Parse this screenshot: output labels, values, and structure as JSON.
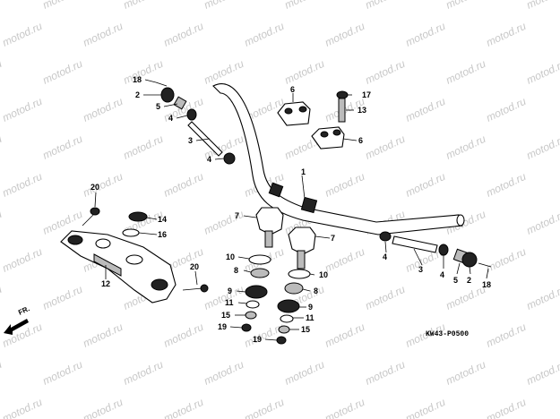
{
  "watermark": {
    "text": "motod.ru"
  },
  "diagram_code": "KW43-P0500",
  "direction_label": "FR.",
  "callouts": {
    "c1": "1",
    "c2a": "2",
    "c2b": "2",
    "c3a": "3",
    "c3b": "3",
    "c4a": "4",
    "c4b": "4",
    "c4c": "4",
    "c4d": "4",
    "c5a": "5",
    "c5b": "5",
    "c6a": "6",
    "c6b": "6",
    "c7a": "7",
    "c7b": "7",
    "c8a": "8",
    "c8b": "8",
    "c9a": "9",
    "c9b": "9",
    "c10a": "10",
    "c10b": "10",
    "c11a": "11",
    "c11b": "11",
    "c12": "12",
    "c13": "13",
    "c14": "14",
    "c15a": "15",
    "c15b": "15",
    "c16": "16",
    "c17": "17",
    "c18a": "18",
    "c18b": "18",
    "c19a": "19",
    "c19b": "19",
    "c20a": "20",
    "c20b": "20"
  }
}
